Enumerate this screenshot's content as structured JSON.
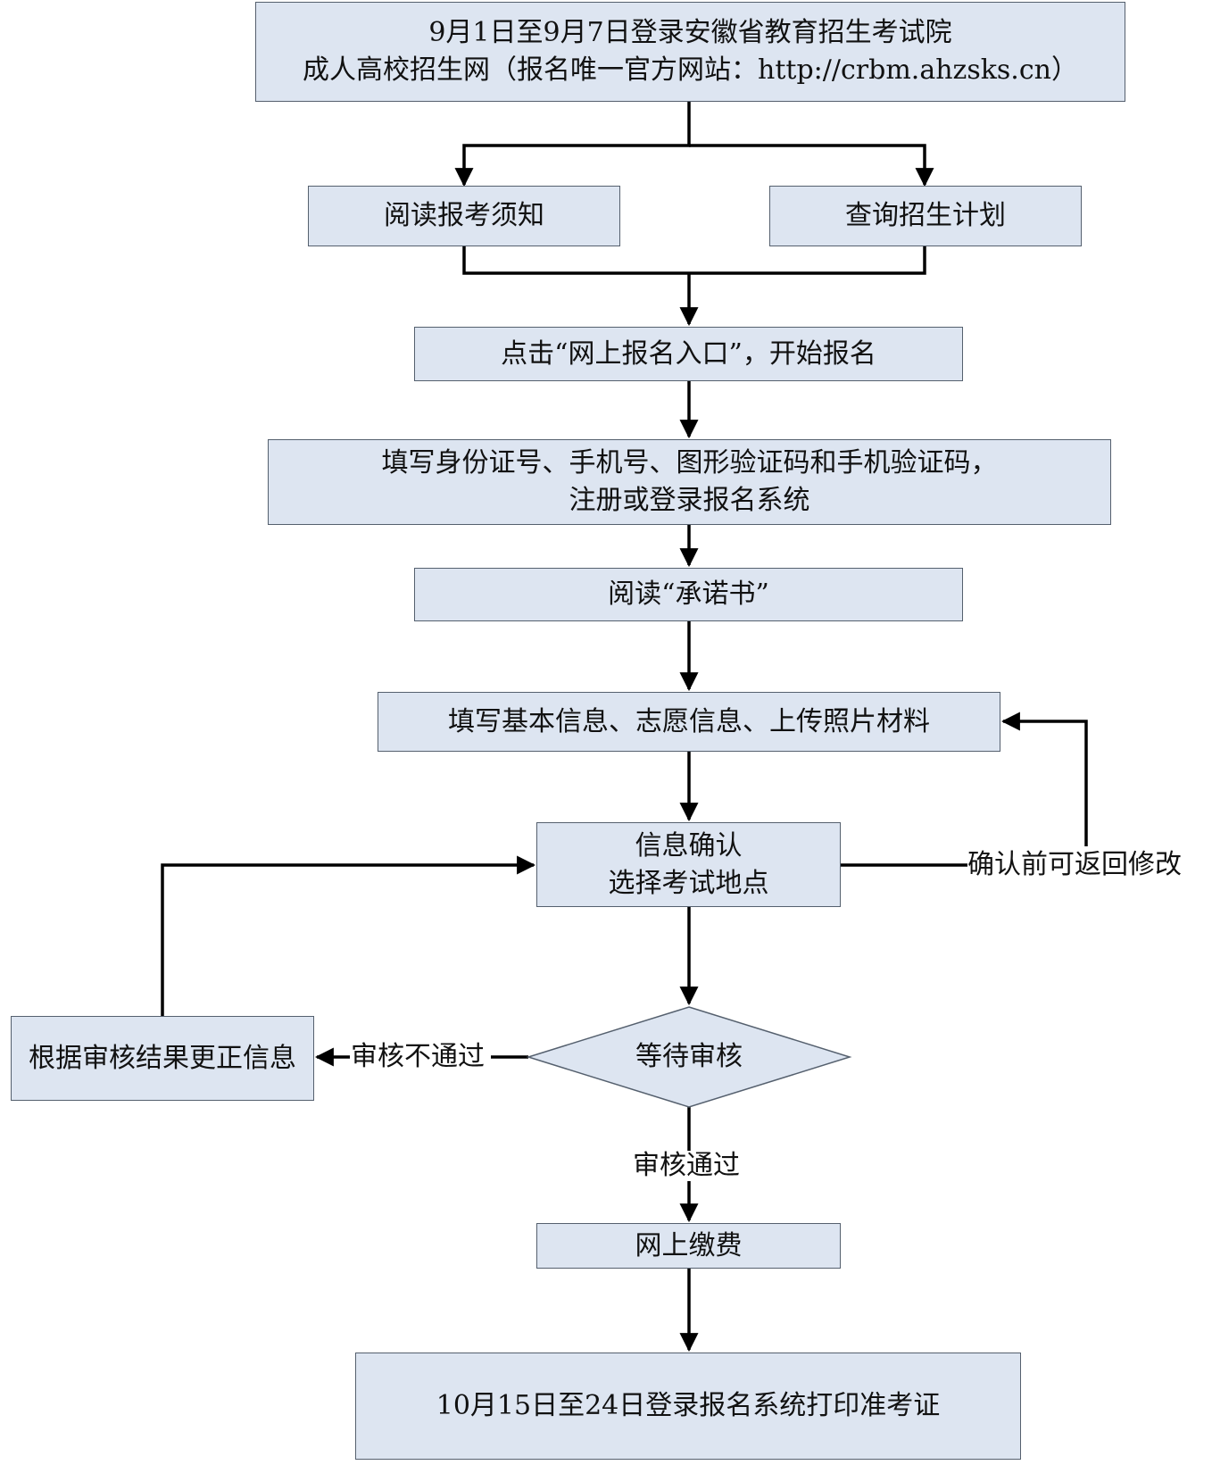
{
  "nodes": {
    "login": {
      "line1": "9月1日至9月7日登录安徽省教育招生考试院",
      "line2": "成人高校招生网（报名唯一官方网站：http://crbm.ahzsks.cn）"
    },
    "read_notice": "阅读报考须知",
    "query_plan": "查询招生计划",
    "click_entry": "点击“网上报名入口”，开始报名",
    "register": {
      "line1": "填写身份证号、手机号、图形验证码和手机验证码，",
      "line2": "注册或登录报名系统"
    },
    "read_pledge": "阅读“承诺书”",
    "fill_info": "填写基本信息、志愿信息、上传照片材料",
    "confirm": {
      "line1": "信息确认",
      "line2": "选择考试地点"
    },
    "await_review": "等待审核",
    "correct_info": "根据审核结果更正信息",
    "pay_online": "网上缴费",
    "print_ticket": "10月15日至24日登录报名系统打印准考证"
  },
  "edges": {
    "return_before_confirm": "确认前可返回修改",
    "review_failed": "审核不通过",
    "review_passed": "审核通过"
  },
  "colors": {
    "box_fill": "#dde5f1",
    "box_border": "#55606e",
    "line": "#000000"
  }
}
